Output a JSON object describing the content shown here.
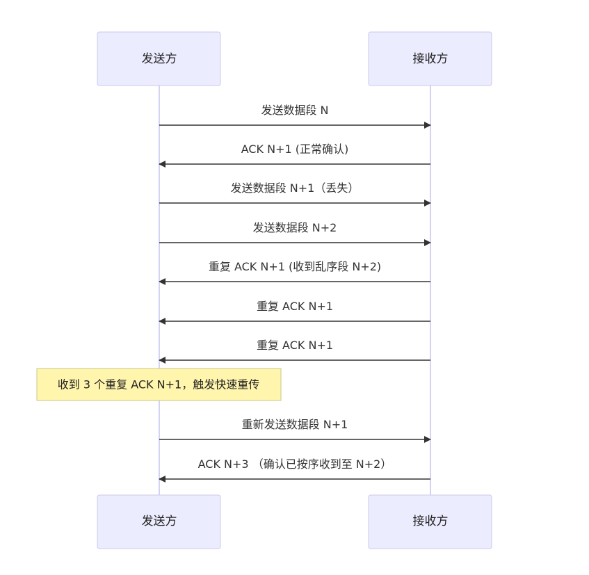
{
  "actors": {
    "sender": "发送方",
    "receiver": "接收方"
  },
  "messages": [
    {
      "from": "sender",
      "to": "receiver",
      "text": "发送数据段 N"
    },
    {
      "from": "receiver",
      "to": "sender",
      "text": "ACK N+1 (正常确认)"
    },
    {
      "from": "sender",
      "to": "receiver",
      "text": "发送数据段 N+1（丢失）"
    },
    {
      "from": "sender",
      "to": "receiver",
      "text": "发送数据段 N+2"
    },
    {
      "from": "receiver",
      "to": "sender",
      "text": "重复 ACK N+1 (收到乱序段 N+2)"
    },
    {
      "from": "receiver",
      "to": "sender",
      "text": "重复 ACK N+1"
    },
    {
      "from": "receiver",
      "to": "sender",
      "text": "重复 ACK N+1"
    },
    {
      "from": "sender",
      "to": "receiver",
      "text": "重新发送数据段 N+1"
    },
    {
      "from": "receiver",
      "to": "sender",
      "text": "ACK N+3 （确认已按序收到至 N+2）"
    }
  ],
  "note": {
    "text": "收到 3 个重复 ACK N+1，触发快速重传",
    "after_message": 6
  },
  "colors": {
    "actor_fill": "#ececff",
    "actor_border": "#c8c8ef",
    "note_fill": "#fff5ad",
    "note_border": "#c9c78a",
    "line": "#333333"
  }
}
